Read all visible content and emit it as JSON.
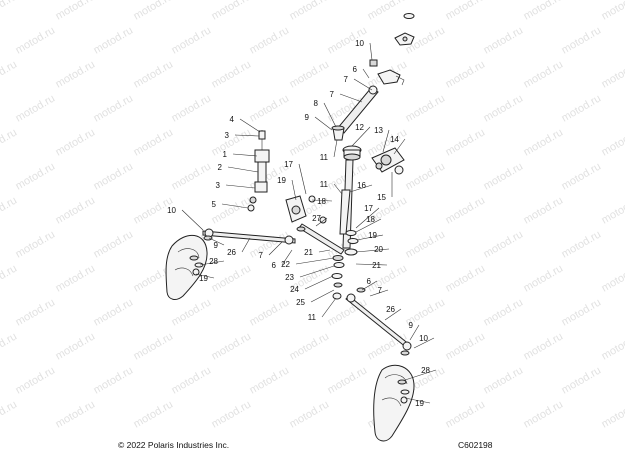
{
  "watermark": "motod.ru",
  "footer": {
    "copyright": "© 2022 Polaris Industries Inc.",
    "figure_id": "C602198"
  },
  "callouts": [
    "1",
    "2",
    "3",
    "4",
    "5",
    "6",
    "7",
    "8",
    "9",
    "10",
    "11",
    "12",
    "13",
    "14",
    "15",
    "16",
    "17",
    "18",
    "19",
    "20",
    "21",
    "22",
    "23",
    "24",
    "25",
    "26",
    "27",
    "28"
  ]
}
